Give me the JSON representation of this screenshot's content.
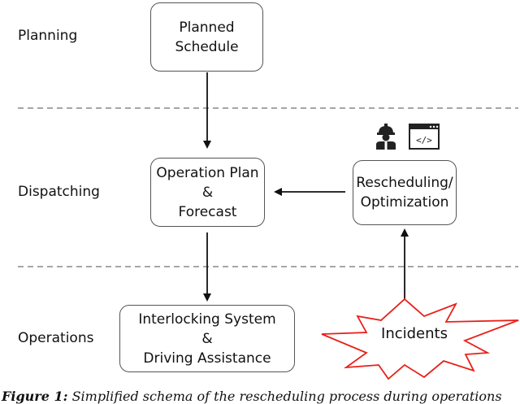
{
  "lanes": {
    "planning": "Planning",
    "dispatching": "Dispatching",
    "operations": "Operations"
  },
  "boxes": {
    "planned_schedule": [
      "Planned",
      "Schedule"
    ],
    "operation_plan": [
      "Operation Plan",
      "&",
      "Forecast"
    ],
    "rescheduling": [
      "Rescheduling/",
      "Optimization"
    ],
    "interlocking": [
      "Interlocking System",
      "&",
      "Driving Assistance"
    ]
  },
  "incidents": "Incidents",
  "icons": [
    "worker-icon",
    "code-window-icon"
  ],
  "caption": {
    "label": "Figure 1:",
    "text": " Simplified schema of the rescheduling process during operations"
  },
  "colors": {
    "box_border": "#555555",
    "divider": "#888888",
    "starburst": "#e8201a",
    "arrow": "#111111"
  }
}
